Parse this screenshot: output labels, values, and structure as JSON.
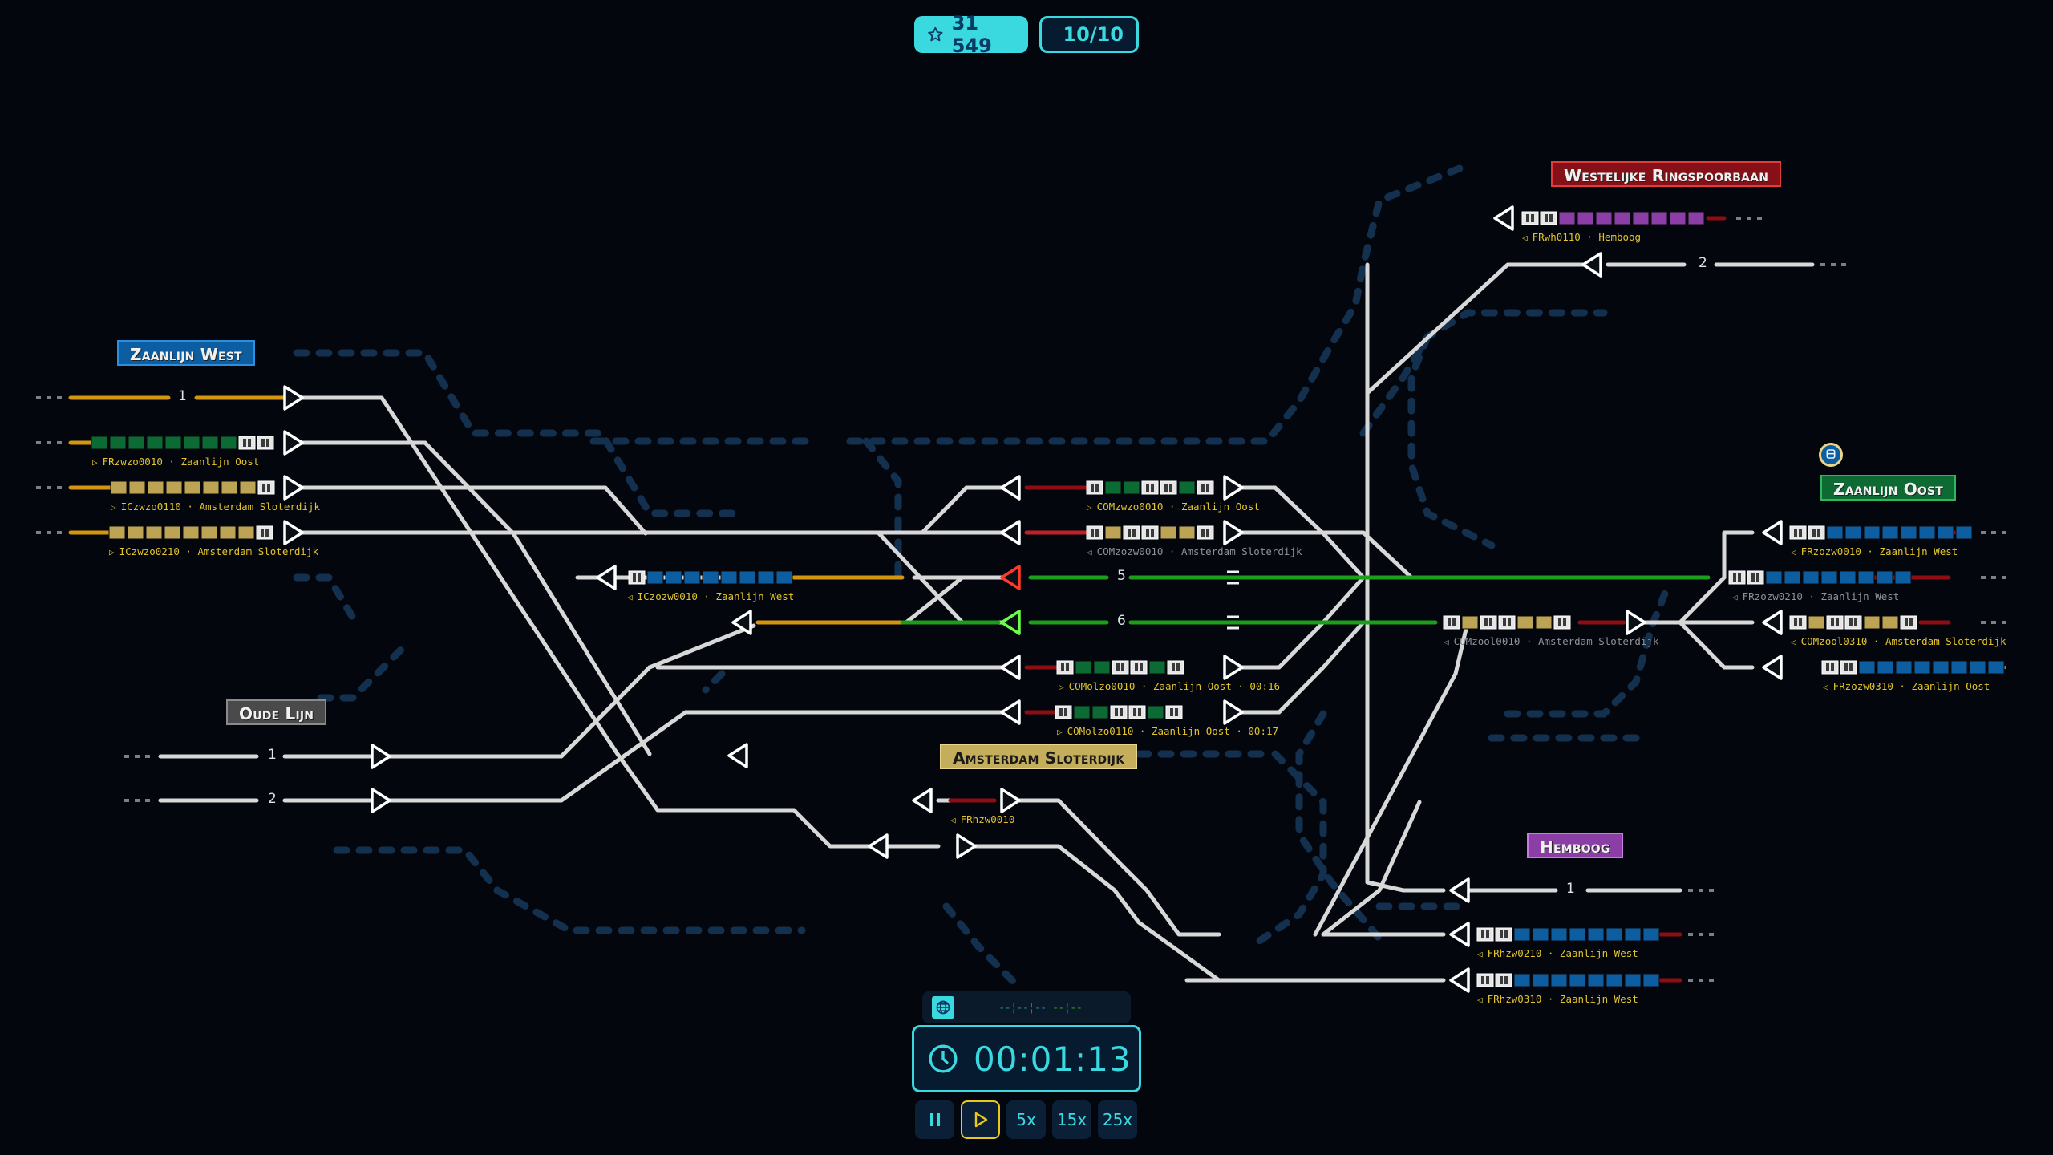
{
  "hud": {
    "score_icon": "star-icon",
    "score": "31 549",
    "trains_icon": "train-icon",
    "trains": "10/10"
  },
  "colors": {
    "accent": "#3ad9e0",
    "background": "#03060d",
    "track": "#d8d8d8",
    "reserved_orange": "#d4960f",
    "route_green": "#1c9e1c",
    "blocked_red": "#8e0d12",
    "signal_red": "#ff3a2a",
    "signal_green": "#6cff4a"
  },
  "stations": [
    {
      "id": "zaanlijn-west",
      "label": "Zaanlijn West",
      "color": "#0d5da1"
    },
    {
      "id": "oude-lijn",
      "label": "Oude Lijn",
      "color": "#4a4a4a"
    },
    {
      "id": "westelijke-ringspoorbaan",
      "label": "Westelijke Ringspoorbaan",
      "color": "#861018"
    },
    {
      "id": "zaanlijn-oost",
      "label": "Zaanlijn Oost",
      "color": "#0d6a33"
    },
    {
      "id": "amsterdam-sloterdijk",
      "label": "Amsterdam Sloterdijk",
      "color": "#c4ae5b"
    },
    {
      "id": "hemboog",
      "label": "Hemboog",
      "color": "#8b3fa6"
    }
  ],
  "track_numbers": {
    "zw1": "1",
    "oude1": "1",
    "oude2": "2",
    "platform5": "5",
    "platform6": "6",
    "ring2": "2",
    "hem1": "1"
  },
  "trains": [
    {
      "id": "FRzwzo0010",
      "caption": "FRzwzo0010 · Zaanlijn Oost",
      "direction": "east",
      "dim": false,
      "consist": [
        "G",
        "G",
        "G",
        "G",
        "G",
        "G",
        "G",
        "G",
        "L",
        "L"
      ]
    },
    {
      "id": "ICzwzo0110",
      "caption": "ICzwzo0110 · Amsterdam Sloterdijk",
      "direction": "east",
      "dim": false,
      "consist": [
        "Y",
        "Y",
        "Y",
        "Y",
        "Y",
        "Y",
        "Y",
        "Y",
        "L"
      ]
    },
    {
      "id": "ICzwzo0210",
      "caption": "ICzwzo0210 · Amsterdam Sloterdijk",
      "direction": "east",
      "dim": false,
      "consist": [
        "Y",
        "Y",
        "Y",
        "Y",
        "Y",
        "Y",
        "Y",
        "Y",
        "L"
      ]
    },
    {
      "id": "ICzozw0010",
      "caption": "ICzozw0010 · Zaanlijn West",
      "direction": "west",
      "dim": false,
      "consist": [
        "L",
        "B",
        "B",
        "B",
        "B",
        "B",
        "B",
        "B",
        "B"
      ]
    },
    {
      "id": "COMzwzo0010",
      "caption": "COMzwzo0010 · Zaanlijn Oost",
      "direction": "east",
      "dim": false,
      "consist": [
        "L",
        "G",
        "G",
        "L",
        "L",
        "G",
        "L"
      ]
    },
    {
      "id": "COMzozw0010",
      "caption": "COMzozw0010 · Amsterdam Sloterdijk",
      "direction": "west",
      "dim": true,
      "consist": [
        "L",
        "Y",
        "L",
        "L",
        "Y",
        "Y",
        "L"
      ]
    },
    {
      "id": "COMolzo0010",
      "caption": "COMolzo0010 · Zaanlijn Oost · 00:16",
      "direction": "east",
      "dim": false,
      "consist": [
        "L",
        "G",
        "G",
        "L",
        "L",
        "G",
        "L"
      ]
    },
    {
      "id": "COMolzo0110",
      "caption": "COMolzo0110 · Zaanlijn Oost · 00:17",
      "direction": "east",
      "dim": false,
      "consist": [
        "L",
        "G",
        "G",
        "L",
        "L",
        "G",
        "L"
      ]
    },
    {
      "id": "COMzool0010",
      "caption": "COMzool0010 · Amsterdam Sloterdijk",
      "direction": "west",
      "dim": true,
      "consist": [
        "L",
        "Y",
        "L",
        "L",
        "Y",
        "Y",
        "L"
      ]
    },
    {
      "id": "FRwh0110",
      "caption": "FRwh0110 · Hemboog",
      "direction": "west",
      "dim": false,
      "consist": [
        "L",
        "L",
        "P",
        "P",
        "P",
        "P",
        "P",
        "P",
        "P",
        "P"
      ]
    },
    {
      "id": "FRzozw0010",
      "caption": "FRzozw0010 · Zaanlijn West",
      "direction": "west",
      "dim": false,
      "consist": [
        "L",
        "L",
        "B",
        "B",
        "B",
        "B",
        "B",
        "B",
        "B",
        "B"
      ]
    },
    {
      "id": "FRzozw0210",
      "caption": "FRzozw0210 · Zaanlijn West",
      "direction": "west",
      "dim": true,
      "consist": [
        "L",
        "L",
        "B",
        "B",
        "B",
        "B",
        "B",
        "B",
        "B",
        "B"
      ]
    },
    {
      "id": "COMzool0310",
      "caption": "COMzool0310 · Amsterdam Sloterdijk",
      "direction": "west",
      "dim": false,
      "consist": [
        "L",
        "Y",
        "L",
        "L",
        "Y",
        "Y",
        "L"
      ]
    },
    {
      "id": "FRzozw0310",
      "caption": "FRzozw0310 · Zaanlijn Oost",
      "direction": "west",
      "dim": false,
      "consist": [
        "L",
        "L",
        "B",
        "B",
        "B",
        "B",
        "B",
        "B",
        "B",
        "B"
      ]
    },
    {
      "id": "FRhzw0010",
      "caption": "FRhzw0010",
      "direction": "west",
      "dim": false,
      "consist": []
    },
    {
      "id": "FRhzw0210",
      "caption": "FRhzw0210 · Zaanlijn West",
      "direction": "west",
      "dim": false,
      "consist": [
        "L",
        "L",
        "B",
        "B",
        "B",
        "B",
        "B",
        "B",
        "B",
        "B"
      ]
    },
    {
      "id": "FRhzw0310",
      "caption": "FRhzw0310 · Zaanlijn West",
      "direction": "west",
      "dim": false,
      "consist": [
        "L",
        "L",
        "B",
        "B",
        "B",
        "B",
        "B",
        "B",
        "B",
        "B"
      ]
    }
  ],
  "car_colors": {
    "G": "#0c6b35",
    "Y": "#bda354",
    "B": "#0d5da1",
    "P": "#8b3fa6",
    "L": "#e6e6e6"
  },
  "minimap": {
    "globe_icon": "globe-icon",
    "track_a": "--¦--¦--",
    "track_b": "--¦--"
  },
  "clock": {
    "icon": "clock-icon",
    "time": "00:01:13"
  },
  "speed_controls": [
    {
      "id": "pause",
      "label": "II",
      "active": false
    },
    {
      "id": "play",
      "label": "▷",
      "active": true
    },
    {
      "id": "5x",
      "label": "5x",
      "active": false
    },
    {
      "id": "15x",
      "label": "15x",
      "active": false
    },
    {
      "id": "25x",
      "label": "25x",
      "active": false
    }
  ]
}
